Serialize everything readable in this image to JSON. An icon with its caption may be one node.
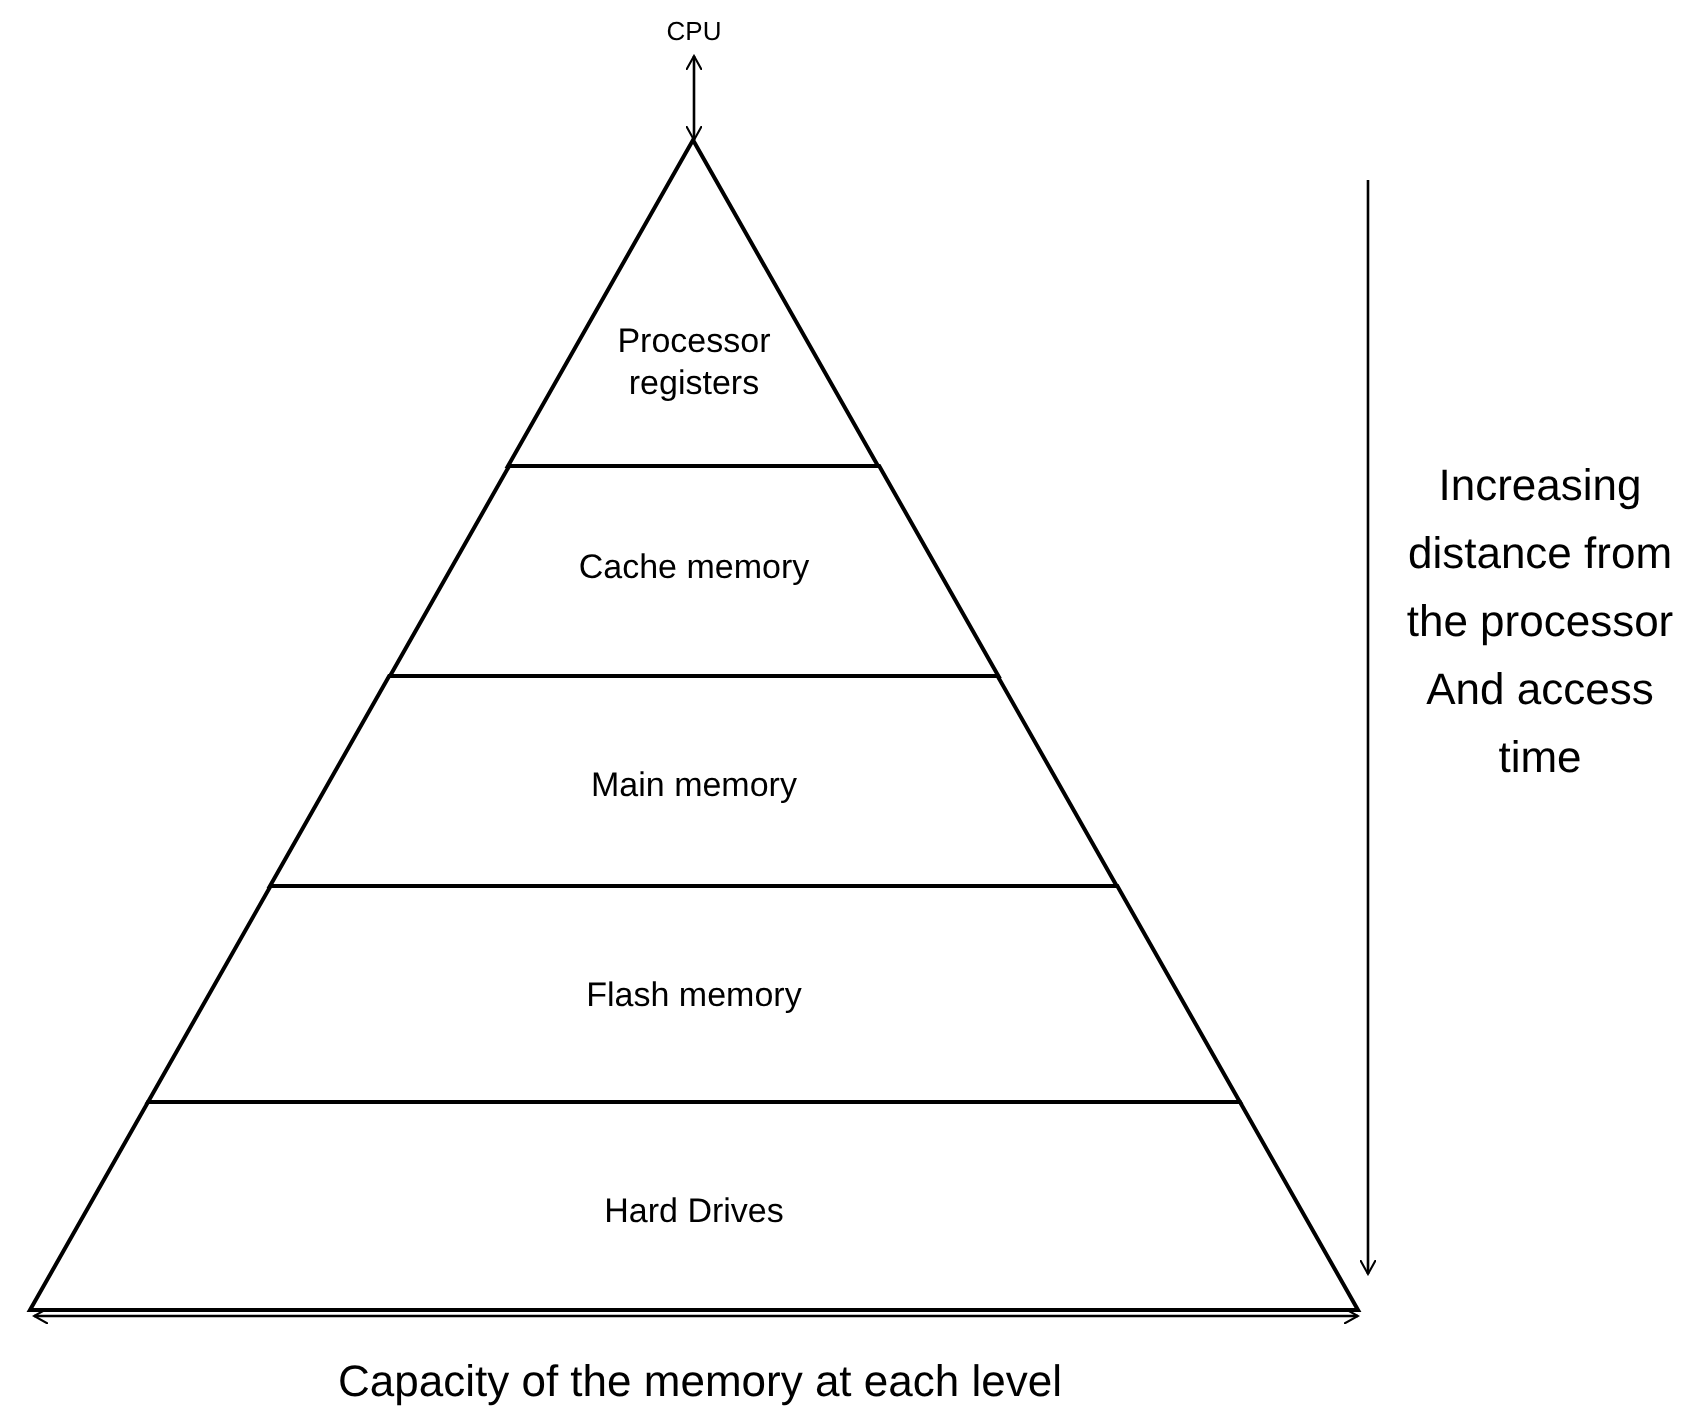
{
  "diagram": {
    "nodes": [
      {
        "text": [
          "CPU"
        ]
      },
      {
        "text": [
          "Processor registers"
        ]
      },
      {
        "text": [
          "Cache memory"
        ]
      },
      {
        "text": [
          "Main memory"
        ]
      },
      {
        "text": [
          "Flash memory"
        ]
      },
      {
        "text": [
          "Hard Drives"
        ]
      }
    ],
    "edges": [
      {
        "from": 0,
        "to": 1,
        "arrow": "both"
      }
    ],
    "labels": [
      "Increasing distance from the processor And access time",
      "Capacity of the memory at each level"
    ]
  }
}
